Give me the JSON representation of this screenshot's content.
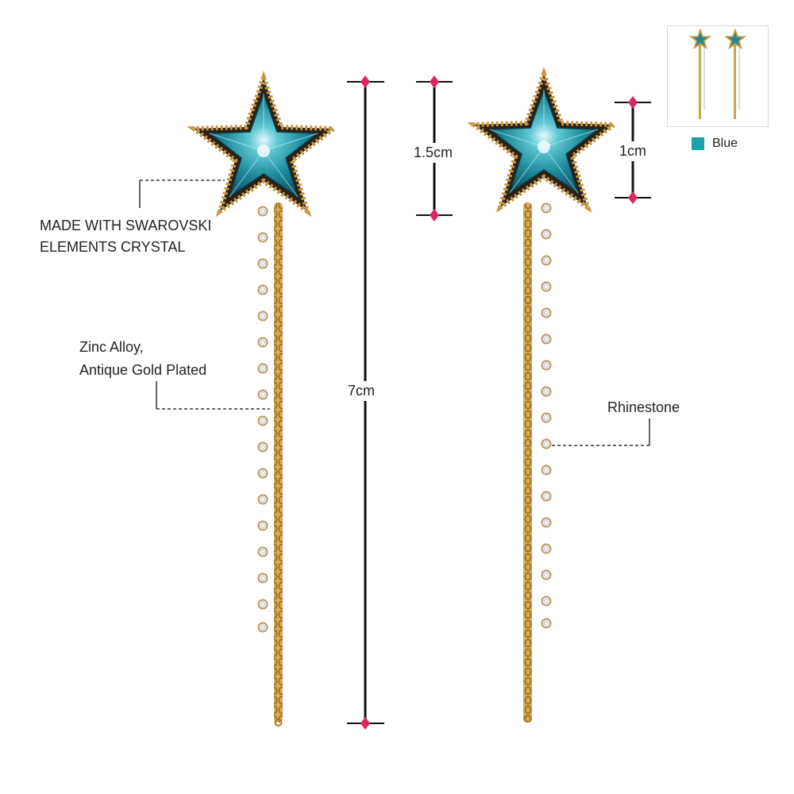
{
  "labels": {
    "crystal_line1": "MADE WITH SWAROVSKI",
    "crystal_line2": "ELEMENTS CRYSTAL",
    "alloy_line1": "Zinc Alloy,",
    "alloy_line2": "Antique Gold Plated",
    "rhinestone": "Rhinestone"
  },
  "dimensions": {
    "total_length": "7cm",
    "star_height_left": "1.5cm",
    "star_height_right": "1cm"
  },
  "color_option": {
    "name": "Blue",
    "swatch_color": "#17a3a8"
  },
  "colors": {
    "gold": "#c9963f",
    "gold_dark": "#8a6424",
    "crystal": "#1d8a9a",
    "marker": "#e0245e"
  }
}
